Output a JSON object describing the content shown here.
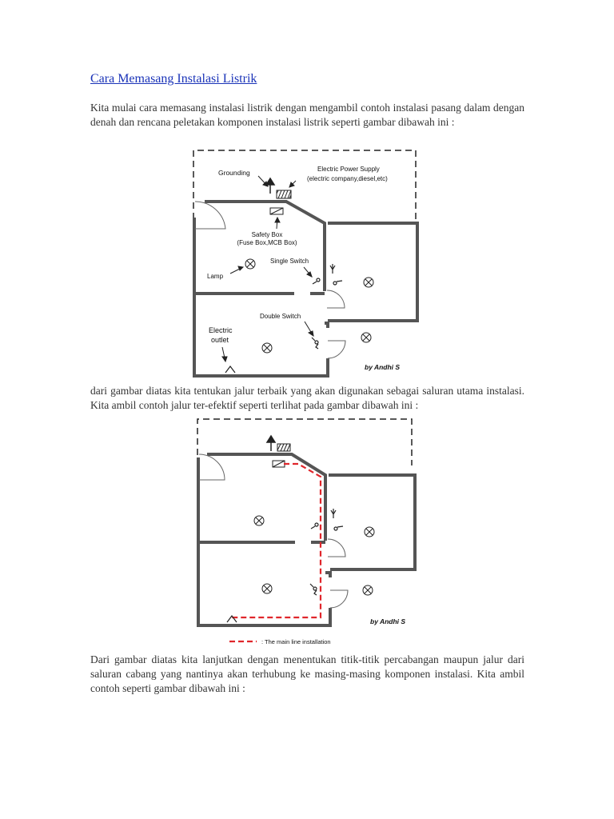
{
  "title": "Cara Memasang Instalasi Listrik",
  "paragraphs": {
    "p1": "Kita mulai cara memasang instalasi listrik dengan mengambil contoh instalasi pasang dalam dengan denah dan rencana peletakan komponen instalasi listrik seperti gambar dibawah ini :",
    "p2": "dari gambar diatas kita tentukan jalur terbaik yang akan digunakan sebagai saluran utama instalasi. Kita ambil contoh jalur ter-efektif  seperti terlihat pada gambar dibawah ini :",
    "p3": "Dari gambar diatas kita lanjutkan dengan menentukan titik-titik percabangan maupun jalur dari saluran cabang yang nantinya akan terhubung ke masing-masing komponen instalasi. Kita ambil contoh seperti gambar dibawah ini :"
  },
  "figure1": {
    "grounding": "Grounding",
    "power_supply_line1": "Electric Power Supply",
    "power_supply_line2": "(electric company,diesel,etc)",
    "safety_box_line1": "Safety Box",
    "safety_box_line2": "(Fuse Box,MCB Box)",
    "single_switch": "Single Switch",
    "lamp": "Lamp",
    "double_switch": "Double Switch",
    "outlet_line1": "Electric",
    "outlet_line2": "outlet",
    "credit": "by Andhi S"
  },
  "figure2": {
    "credit": "by Andhi S",
    "legend": ": The main line installation",
    "main_line_color": "#e0262b"
  }
}
